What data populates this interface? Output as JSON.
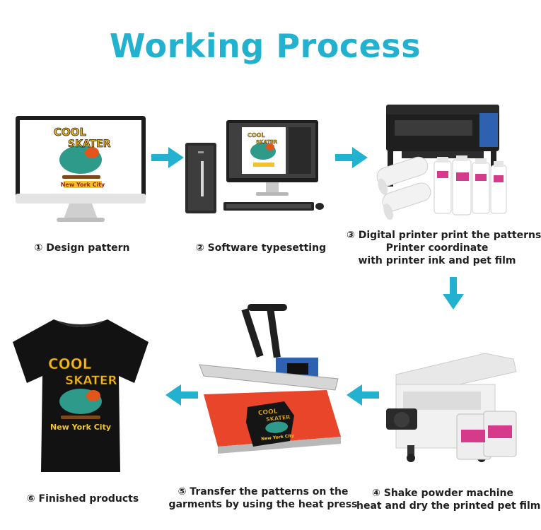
{
  "title": "Working Process",
  "colors": {
    "accent": "#22b2cf",
    "tshirt": "#121212",
    "press_plate": "#e8452a",
    "press_body": "#2e62b0"
  },
  "artwork": {
    "line1": "COOL",
    "line2": "SKATER",
    "line3": "New York City"
  },
  "steps": [
    {
      "label": "① Design pattern"
    },
    {
      "label": "② Software typesetting"
    },
    {
      "lines": [
        "③ Digital printer print the patterns",
        "Printer coordinate",
        "with printer ink and pet film"
      ]
    },
    {
      "lines": [
        "④ Shake powder machine",
        "heat and dry the printed pet film"
      ]
    },
    {
      "lines": [
        "⑤ Transfer the patterns on the",
        "garments by using the heat press"
      ]
    },
    {
      "label": "⑥ Finished products"
    }
  ]
}
